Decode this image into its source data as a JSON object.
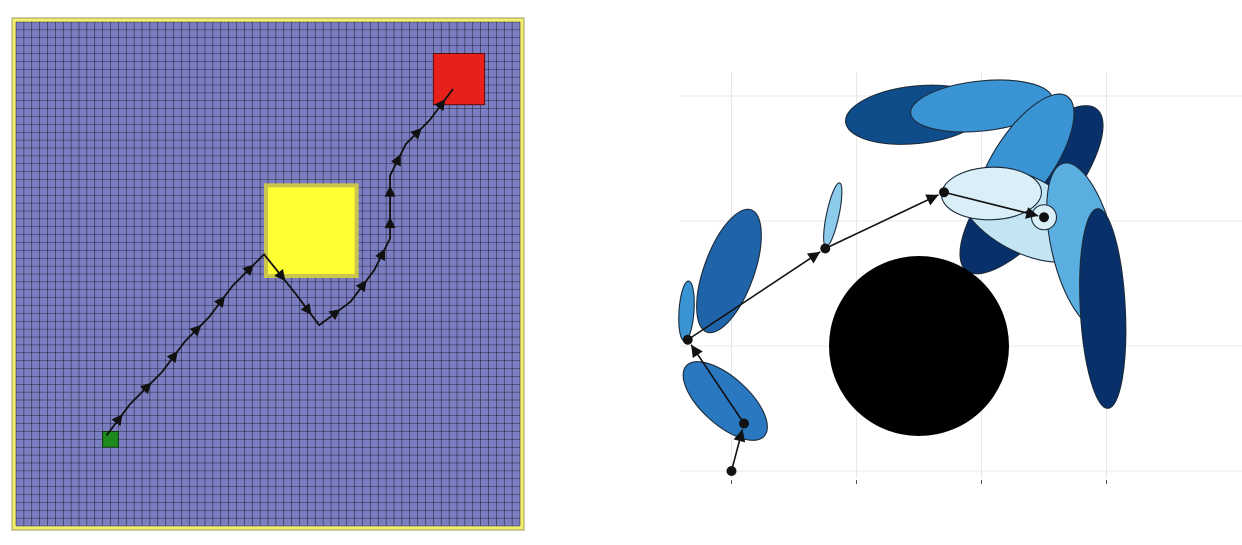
{
  "grid_world": {
    "grid_cells": 64,
    "colors": {
      "background": "#7b7ec0",
      "grid_line": "#1a1a2e",
      "border": "#f1ef6c",
      "start": "#1e8a1e",
      "goal": "#e8201c",
      "obstacle": "#ffff33",
      "obstacle_border": "#c9c54d",
      "path": "#111111"
    },
    "start_cell": {
      "col": 11,
      "row": 52
    },
    "goal_cell": {
      "col": 53,
      "row": 4
    },
    "obstacle_cells": {
      "col0": 32,
      "row0": 21,
      "col1": 43,
      "row1": 32
    },
    "path_cells": [
      [
        11,
        52
      ],
      [
        14,
        48
      ],
      [
        18,
        44
      ],
      [
        21,
        40
      ],
      [
        24,
        37
      ],
      [
        27,
        33
      ],
      [
        31,
        29
      ],
      [
        35,
        34
      ],
      [
        38,
        38
      ],
      [
        42,
        35
      ],
      [
        45,
        31
      ],
      [
        47,
        27
      ],
      [
        47,
        23
      ],
      [
        47,
        19
      ],
      [
        49,
        15
      ],
      [
        52,
        12
      ],
      [
        55,
        8
      ]
    ]
  },
  "belief_space": {
    "colors": {
      "obstacle": "#000000",
      "path": "#111111",
      "gridline": "#e8e8ec",
      "ellipse_stroke": "#1b2b3b",
      "palette": [
        "#08306b",
        "#0f4c8a",
        "#1f63a8",
        "#2a78c0",
        "#3a93d3",
        "#5aaee0",
        "#8dcbeb",
        "#c3e5f3",
        "#d9eef6"
      ]
    },
    "obstacle": {
      "x": 1.0,
      "y": 0.0,
      "r": 0.72
    },
    "x_ticks": [
      -0.5,
      0.5,
      1.5,
      2.5
    ],
    "y_gridlines": [
      -1.0,
      0.0,
      1.0,
      2.0
    ],
    "path": [
      [
        -0.5,
        -1.0
      ],
      [
        -0.4,
        -0.62
      ],
      [
        -0.85,
        0.05
      ],
      [
        0.25,
        0.78
      ],
      [
        1.2,
        1.23
      ],
      [
        2.0,
        1.03
      ]
    ],
    "ellipses": [
      {
        "x": -0.52,
        "y": 0.6,
        "rx": 0.2,
        "ry": 0.52,
        "rot": 20,
        "c": 2
      },
      {
        "x": -0.86,
        "y": 0.28,
        "rx": 0.06,
        "ry": 0.24,
        "rot": 4,
        "c": 4
      },
      {
        "x": -0.55,
        "y": -0.44,
        "rx": 0.19,
        "ry": 0.42,
        "rot": -48,
        "c": 3
      },
      {
        "x": 0.31,
        "y": 1.05,
        "rx": 0.05,
        "ry": 0.26,
        "rot": 12,
        "c": 6
      },
      {
        "x": 0.98,
        "y": 1.85,
        "rx": 0.57,
        "ry": 0.23,
        "rot": -6,
        "c": 1
      },
      {
        "x": 1.5,
        "y": 1.92,
        "rx": 0.57,
        "ry": 0.2,
        "rot": -6,
        "c": 4
      },
      {
        "x": 1.9,
        "y": 1.25,
        "rx": 0.3,
        "ry": 0.83,
        "rot": 39,
        "c": 0
      },
      {
        "x": 1.85,
        "y": 1.5,
        "rx": 0.24,
        "ry": 0.6,
        "rot": 34,
        "c": 4
      },
      {
        "x": 1.85,
        "y": 1.05,
        "rx": 0.58,
        "ry": 0.3,
        "rot": 28,
        "c": 7
      },
      {
        "x": 1.58,
        "y": 1.22,
        "rx": 0.4,
        "ry": 0.21,
        "rot": -2,
        "c": 8
      },
      {
        "x": 2.31,
        "y": 0.8,
        "rx": 0.25,
        "ry": 0.68,
        "rot": -13,
        "c": 5
      },
      {
        "x": 2.47,
        "y": 0.3,
        "rx": 0.18,
        "ry": 0.8,
        "rot": -3,
        "c": 0
      },
      {
        "x": 2.0,
        "y": 1.03,
        "rx": 0.1,
        "ry": 0.1,
        "rot": 0,
        "c": 8
      }
    ]
  }
}
